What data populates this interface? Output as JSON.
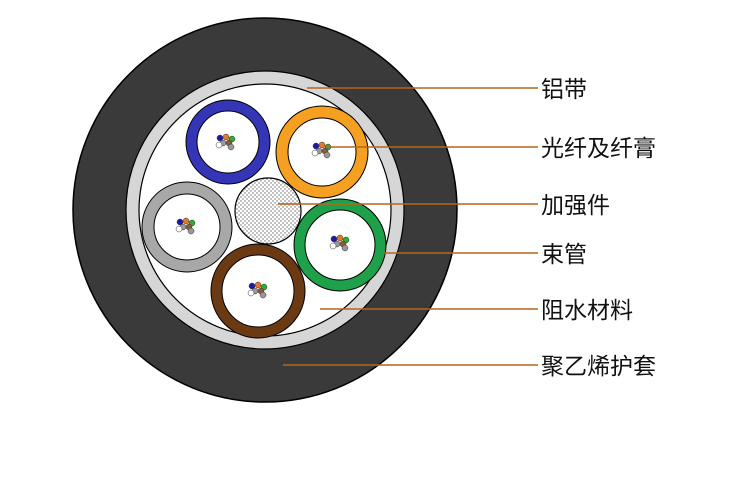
{
  "labels": {
    "aluminum_tape": "铝带",
    "fiber_and_gel": "光纤及纤膏",
    "strength_member": "加强件",
    "tube": "束管",
    "water_blocking": "阻水材料",
    "pe_sheath": "聚乙烯护套"
  },
  "colors": {
    "sheath": "#3a3a3a",
    "tape": "#d6d6d6",
    "inner": "#ffffff",
    "leader": "#b5651d",
    "tube_blue": "#3535b8",
    "tube_orange": "#f5a021",
    "tube_green": "#1fa04a",
    "tube_brown": "#6b3a12",
    "tube_gray": "#a8a8a8",
    "fiber_blue": "#1a1aa8",
    "fiber_orange": "#e07a2a",
    "fiber_green": "#2ab02a",
    "fiber_brown": "#8a5a3a",
    "fiber_gray": "#999999",
    "fiber_white": "#ffffff"
  }
}
